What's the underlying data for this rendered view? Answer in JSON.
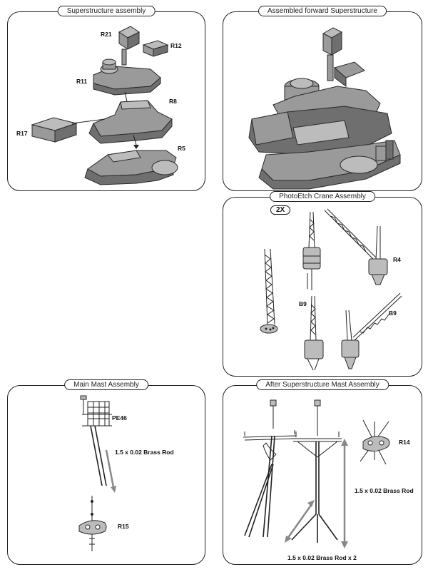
{
  "panels": {
    "superstructure": {
      "title": "Superstructure assembly",
      "labels": {
        "r21": "R21",
        "r12": "R12",
        "r11": "R11",
        "r8": "R8",
        "r17": "R17",
        "r5": "R5"
      }
    },
    "forward": {
      "title": "Assembled forward Superstructure"
    },
    "crane": {
      "title": "PhotoEtch Crane Assembly",
      "scale_badge": "2X",
      "labels": {
        "r4": "R4",
        "b9a": "B9",
        "b9b": "B9"
      }
    },
    "main_mast": {
      "title": "Main Mast Assembly",
      "labels": {
        "pe46": "PE46",
        "rod": "1.5 x 0.02 Brass Rod",
        "r15": "R15"
      }
    },
    "after_mast": {
      "title": "After Superstructure Mast Assembly",
      "labels": {
        "r14": "R14",
        "rod": "1.5 x 0.02 Brass Rod",
        "rod_x2": "1.5 x 0.02 Brass Rod x 2"
      }
    }
  },
  "colors": {
    "part": "#9a9a9a",
    "part_dark": "#6f6f6f",
    "part_light": "#bcbcbc",
    "line": "#222222",
    "rod_arrow": "#888888"
  }
}
